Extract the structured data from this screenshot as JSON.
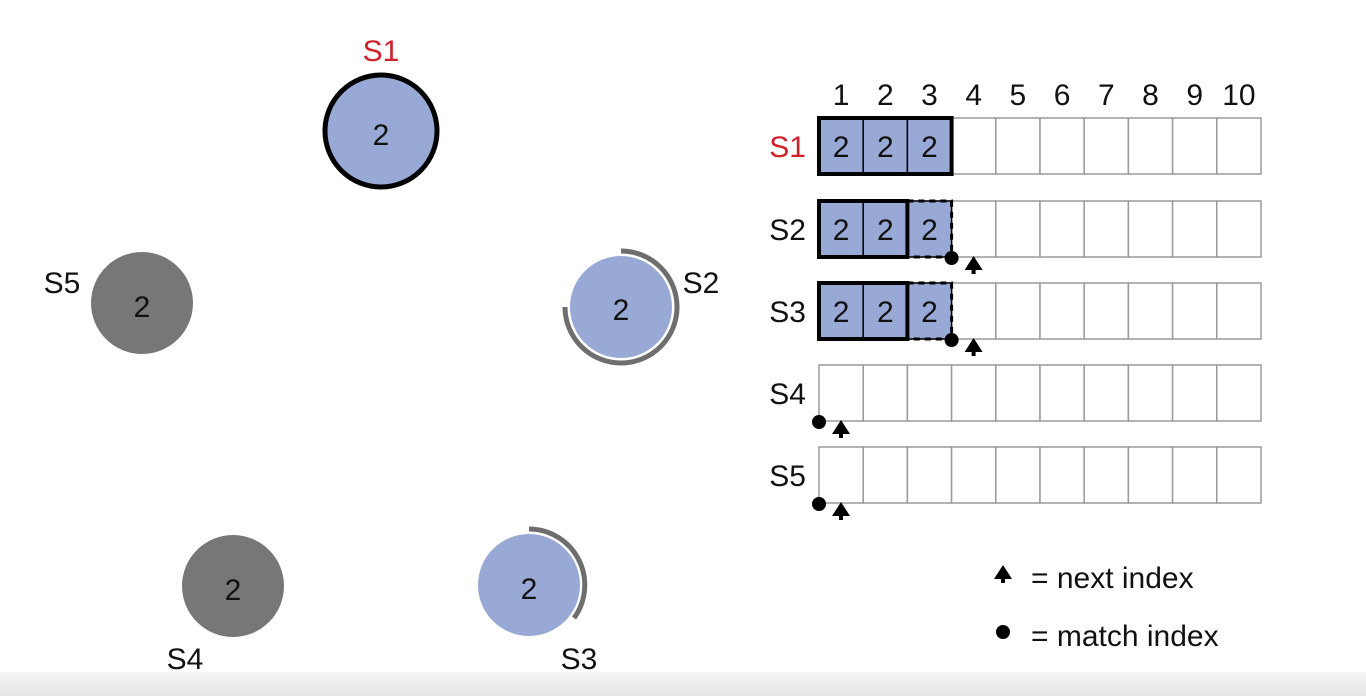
{
  "servers": [
    {
      "id": "S1",
      "term": "2",
      "state": "leader",
      "fill": "#98a9d5",
      "label_color": "#d0202a"
    },
    {
      "id": "S2",
      "term": "2",
      "state": "follower",
      "fill": "#98a9d5",
      "label_color": "#111111"
    },
    {
      "id": "S3",
      "term": "2",
      "state": "follower",
      "fill": "#98a9d5",
      "label_color": "#111111"
    },
    {
      "id": "S4",
      "term": "2",
      "state": "down",
      "fill": "#777777",
      "label_color": "#111111"
    },
    {
      "id": "S5",
      "term": "2",
      "state": "down",
      "fill": "#777777",
      "label_color": "#111111"
    }
  ],
  "log": {
    "indices": [
      "1",
      "2",
      "3",
      "4",
      "5",
      "6",
      "7",
      "8",
      "9",
      "10"
    ],
    "rows": [
      {
        "id": "S1",
        "label_color": "#d0202a",
        "entries": [
          "2",
          "2",
          "2"
        ],
        "tentative": [],
        "match_index": null,
        "next_index": null
      },
      {
        "id": "S2",
        "label_color": "#111111",
        "entries": [
          "2",
          "2",
          "2"
        ],
        "tentative": [
          3
        ],
        "match_index": 3,
        "next_index": 4
      },
      {
        "id": "S3",
        "label_color": "#111111",
        "entries": [
          "2",
          "2",
          "2"
        ],
        "tentative": [
          3
        ],
        "match_index": 3,
        "next_index": 4
      },
      {
        "id": "S4",
        "label_color": "#111111",
        "entries": [],
        "tentative": [],
        "match_index": 0,
        "next_index": 1
      },
      {
        "id": "S5",
        "label_color": "#111111",
        "entries": [],
        "tentative": [],
        "match_index": 0,
        "next_index": 1
      }
    ],
    "entry_fill": "#98a9d5"
  },
  "legend": {
    "next_index": "= next index",
    "match_index": "= match index"
  }
}
